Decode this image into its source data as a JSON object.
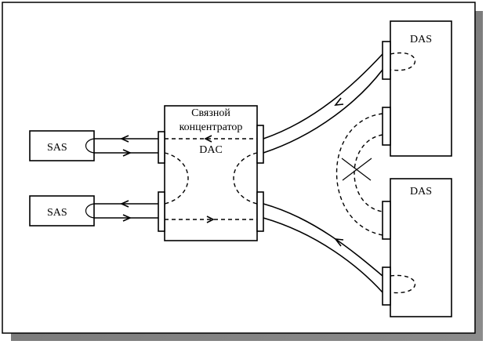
{
  "hub": {
    "line1": "Связной",
    "line2": "концентратор",
    "line3": "DAC"
  },
  "stations": {
    "sas_top": "SAS",
    "sas_bottom": "SAS",
    "das_top": "DAS",
    "das_bottom": "DAS"
  }
}
